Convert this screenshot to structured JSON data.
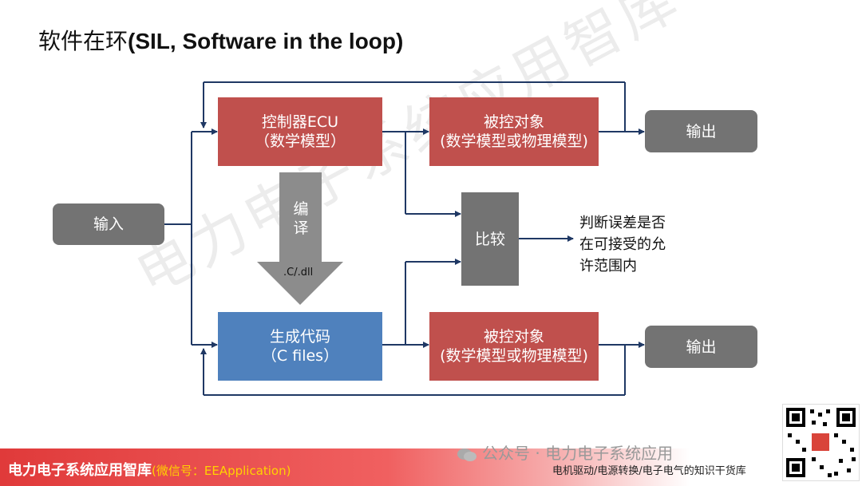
{
  "title": {
    "cn": "软件在环",
    "en": "(SIL, Software in the loop)"
  },
  "input_box": "输入",
  "controller": {
    "line1": "控制器ECU",
    "line2": "（数学模型）"
  },
  "plant_top": {
    "line1": "被控对象",
    "line2": "(数学模型或物理模型)"
  },
  "output_top": "输出",
  "compile": {
    "char1": "编",
    "char2": "译",
    "ext": ".C/.dll"
  },
  "compare": "比较",
  "result": {
    "line1": "判断误差是否",
    "line2": "在可接受的允",
    "line3": "许范围内"
  },
  "codegen": {
    "line1": "生成代码",
    "line2": "（C files）"
  },
  "plant_bottom": {
    "line1": "被控对象",
    "line2": "(数学模型或物理模型)"
  },
  "output_bottom": "输出",
  "watermark": "电力电子系统应用智库",
  "footer": {
    "main": "电力电子系统应用智库",
    "sub": "(微信号：EEApplication)",
    "right": "电机驱动/电源转换/电子电气的知识干货库",
    "wechat": "公众号 · 电力电子系统应用"
  },
  "colors": {
    "red": "#c0504d",
    "blue": "#4f81bd",
    "gray": "#737373",
    "line": "#1f3864"
  }
}
